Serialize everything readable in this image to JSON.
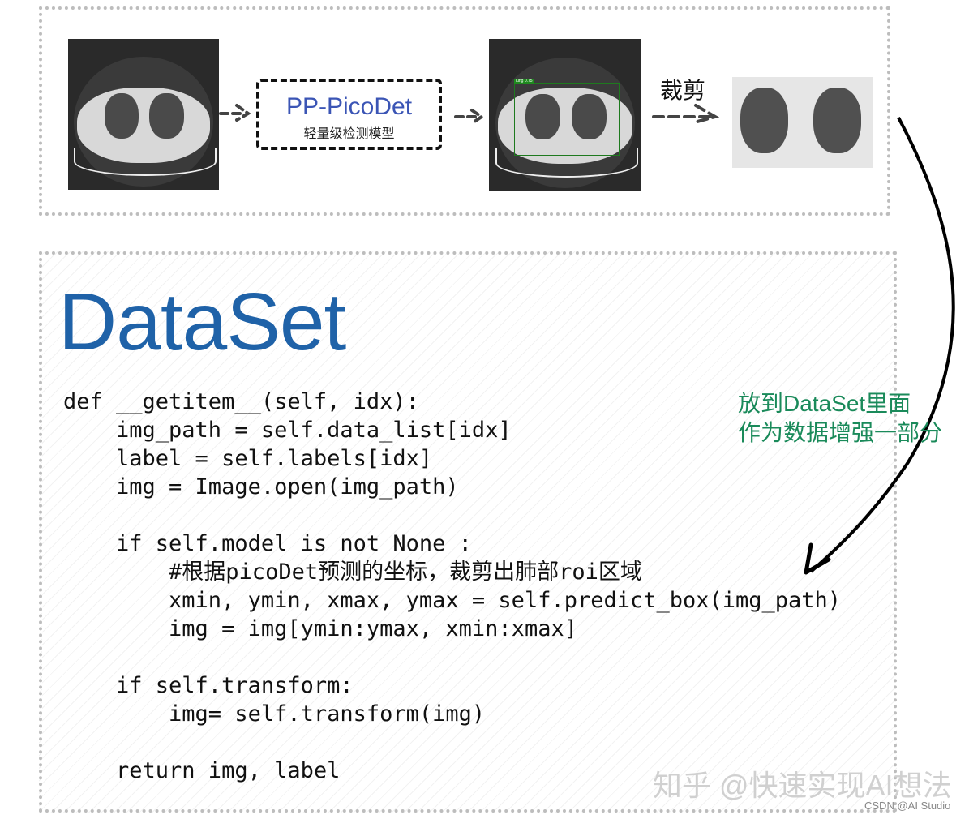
{
  "pipeline": {
    "model_name": "PP-PicoDet",
    "model_subtitle": "轻量级检测模型",
    "detection_label": "lung 0.75",
    "crop_label": "裁剪"
  },
  "dataset": {
    "title": "DataSet",
    "code": "def __getitem__(self, idx):\n    img_path = self.data_list[idx]\n    label = self.labels[idx]\n    img = Image.open(img_path)\n\n    if self.model is not None :\n        #根据picoDet预测的坐标，裁剪出肺部roi区域\n        xmin, ymin, xmax, ymax = self.predict_box(img_path)\n        img = img[ymin:ymax, xmin:xmax]\n\n    if self.transform:\n        img= self.transform(img)\n\n    return img, label"
  },
  "note": {
    "line1": "放到DataSet里面",
    "line2": "作为数据增强一部分"
  },
  "watermark": "知乎 @快速实现AI想法",
  "credit": "CSDN @AI Studio",
  "colors": {
    "title": "#1f62a8",
    "model": "#3b55b5",
    "note": "#1a8a5a",
    "box": "#1e7a1e"
  }
}
